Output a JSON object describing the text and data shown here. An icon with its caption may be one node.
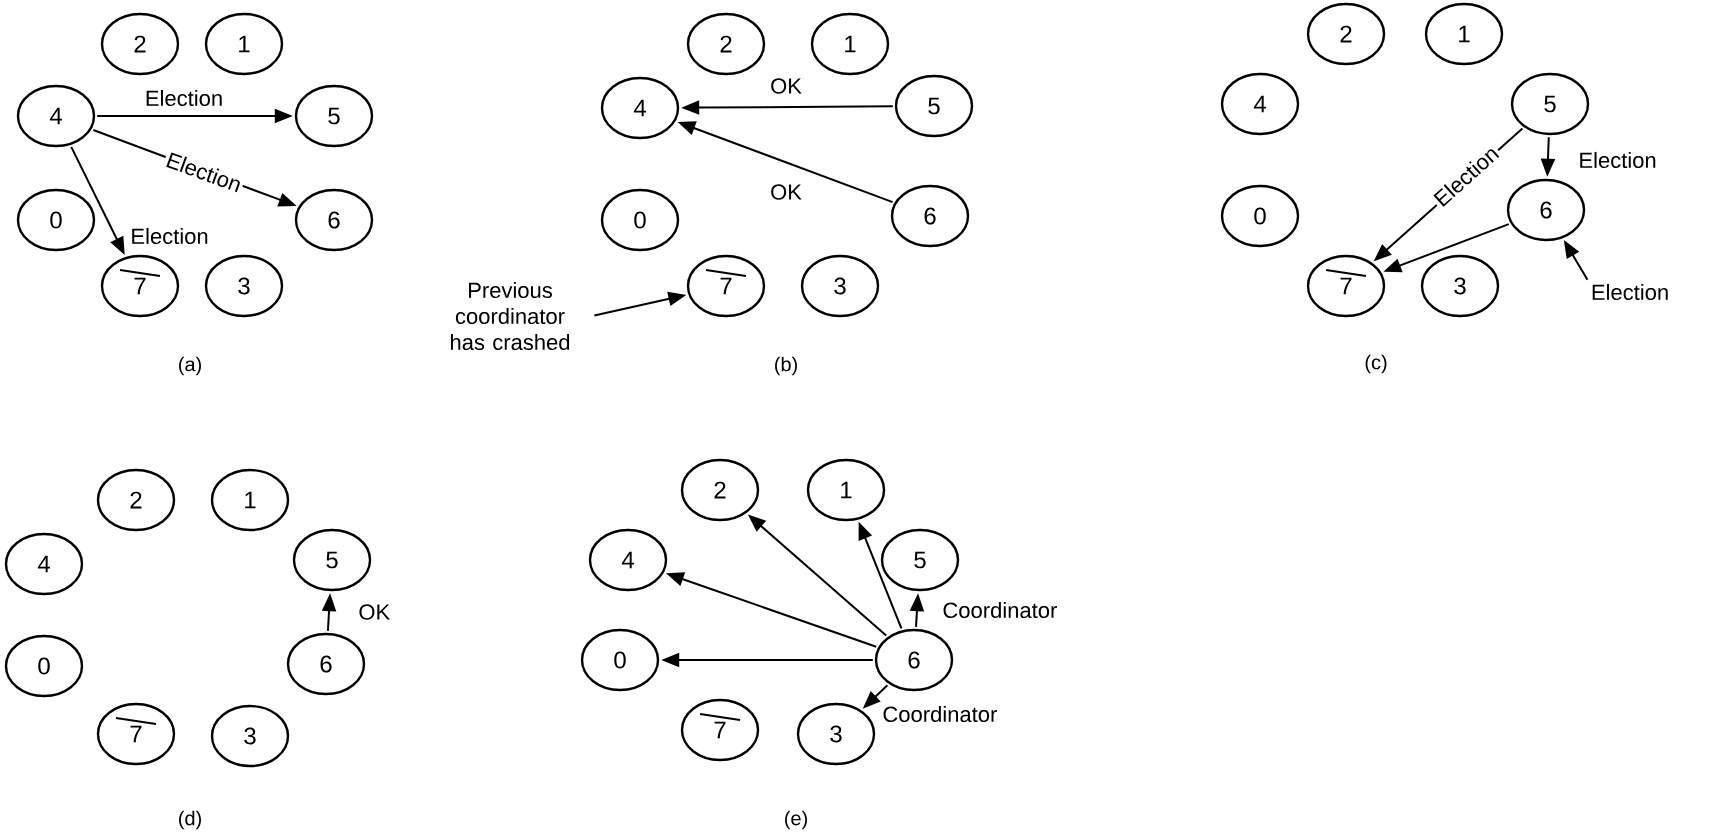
{
  "diagram": {
    "nodes": [
      {
        "text": [
          "2"
        ]
      },
      {
        "text": [
          "1"
        ]
      },
      {
        "text": [
          "4"
        ]
      },
      {
        "text": [
          "5"
        ]
      },
      {
        "text": [
          "0"
        ]
      },
      {
        "text": [
          "6"
        ]
      },
      {
        "text": [
          "7"
        ]
      },
      {
        "text": [
          "3"
        ]
      },
      {
        "text": [
          "2"
        ]
      },
      {
        "text": [
          "1"
        ]
      },
      {
        "text": [
          "4"
        ]
      },
      {
        "text": [
          "5"
        ]
      },
      {
        "text": [
          "0"
        ]
      },
      {
        "text": [
          "6"
        ]
      },
      {
        "text": [
          "7"
        ]
      },
      {
        "text": [
          "3"
        ]
      },
      {
        "text": [
          "Previous coordinator has crashed"
        ]
      },
      {
        "text": [
          "2"
        ]
      },
      {
        "text": [
          "1"
        ]
      },
      {
        "text": [
          "4"
        ]
      },
      {
        "text": [
          "5"
        ]
      },
      {
        "text": [
          "0"
        ]
      },
      {
        "text": [
          "6"
        ]
      },
      {
        "text": [
          "7"
        ]
      },
      {
        "text": [
          "3"
        ]
      },
      {
        "text": [
          "2"
        ]
      },
      {
        "text": [
          "1"
        ]
      },
      {
        "text": [
          "4"
        ]
      },
      {
        "text": [
          "5"
        ]
      },
      {
        "text": [
          "0"
        ]
      },
      {
        "text": [
          "6"
        ]
      },
      {
        "text": [
          "7"
        ]
      },
      {
        "text": [
          "3"
        ]
      },
      {
        "text": [
          "2"
        ]
      },
      {
        "text": [
          "1"
        ]
      },
      {
        "text": [
          "4"
        ]
      },
      {
        "text": [
          "5"
        ]
      },
      {
        "text": [
          "0"
        ]
      },
      {
        "text": [
          "6"
        ]
      },
      {
        "text": [
          "7"
        ]
      },
      {
        "text": [
          "3"
        ]
      },
      {
        "text": [
          "Election"
        ]
      }
    ],
    "edges": [
      {
        "from": 2,
        "to": 3,
        "arrow": "to",
        "label": "Election"
      },
      {
        "from": 2,
        "to": 5,
        "arrow": "to",
        "label": "Election"
      },
      {
        "from": 2,
        "to": 6,
        "arrow": "to",
        "label": "Election"
      },
      {
        "from": 11,
        "to": 10,
        "arrow": "to",
        "label": "OK"
      },
      {
        "from": 13,
        "to": 10,
        "arrow": "to",
        "label": "OK"
      },
      {
        "from": 16,
        "to": 14,
        "arrow": "to"
      },
      {
        "from": 20,
        "to": 23,
        "arrow": "to",
        "label": "Election"
      },
      {
        "from": 20,
        "to": 22,
        "arrow": "to",
        "label": "Election"
      },
      {
        "from": 22,
        "to": 23,
        "arrow": "to"
      },
      {
        "from": 30,
        "to": 28,
        "arrow": "to",
        "label": "OK"
      },
      {
        "from": 38,
        "to": 33,
        "arrow": "to"
      },
      {
        "from": 38,
        "to": 34,
        "arrow": "to"
      },
      {
        "from": 38,
        "to": 35,
        "arrow": "to"
      },
      {
        "from": 38,
        "to": 36,
        "arrow": "to",
        "label": "Coordinator"
      },
      {
        "from": 38,
        "to": 37,
        "arrow": "to"
      },
      {
        "from": 38,
        "to": 40,
        "arrow": "to",
        "label": "Coordinator"
      },
      {
        "from": 41,
        "to": 22,
        "arrow": "to"
      }
    ],
    "labels": [
      "(a)",
      "(b)",
      "(c)",
      "(d)",
      "(e)"
    ]
  }
}
